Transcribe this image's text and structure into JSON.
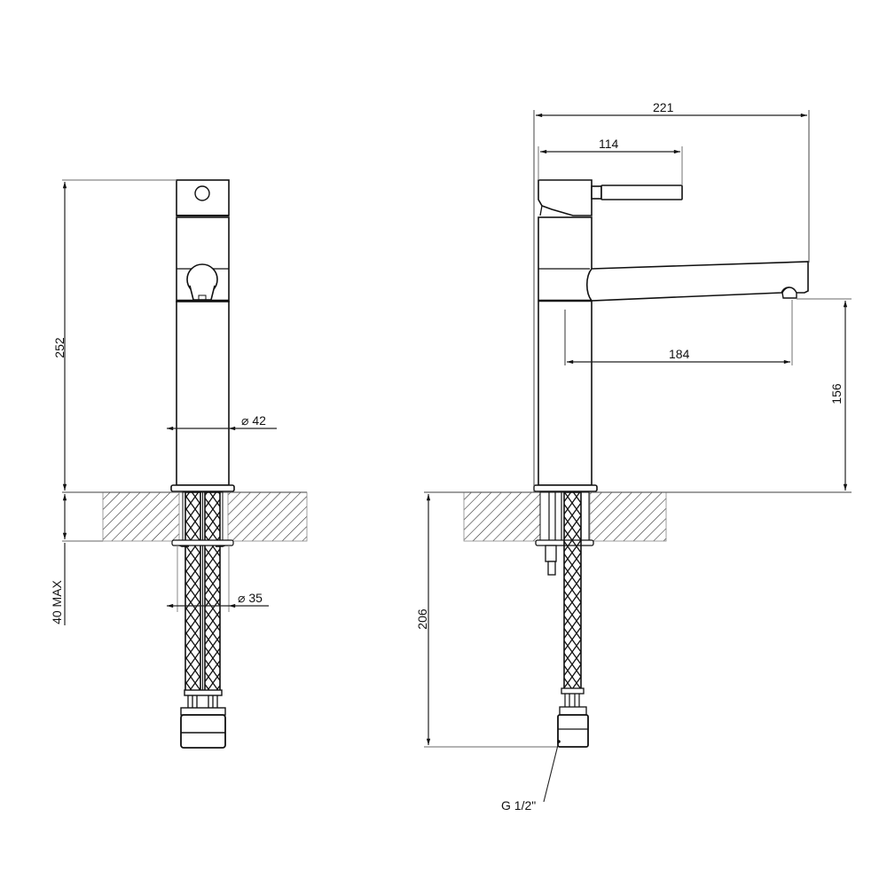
{
  "drawing": {
    "type": "technical-drawing",
    "subject": "single-lever kitchen mixer tap",
    "views": [
      "front",
      "side"
    ]
  },
  "front_view": {
    "dimensions": {
      "overall_height": "252",
      "body_diameter": "⌀ 42",
      "shank_diameter": "⌀ 35",
      "deck_thickness": "40 MAX"
    }
  },
  "side_view": {
    "dimensions": {
      "overall_depth": "221",
      "lever_length": "114",
      "spout_reach": "184",
      "spout_height": "156",
      "hose_length": "206"
    },
    "callouts": {
      "connection_thread": "G 1/2\""
    }
  },
  "colors": {
    "line": "#111111",
    "dim_line": "#333333",
    "background": "#ffffff"
  }
}
